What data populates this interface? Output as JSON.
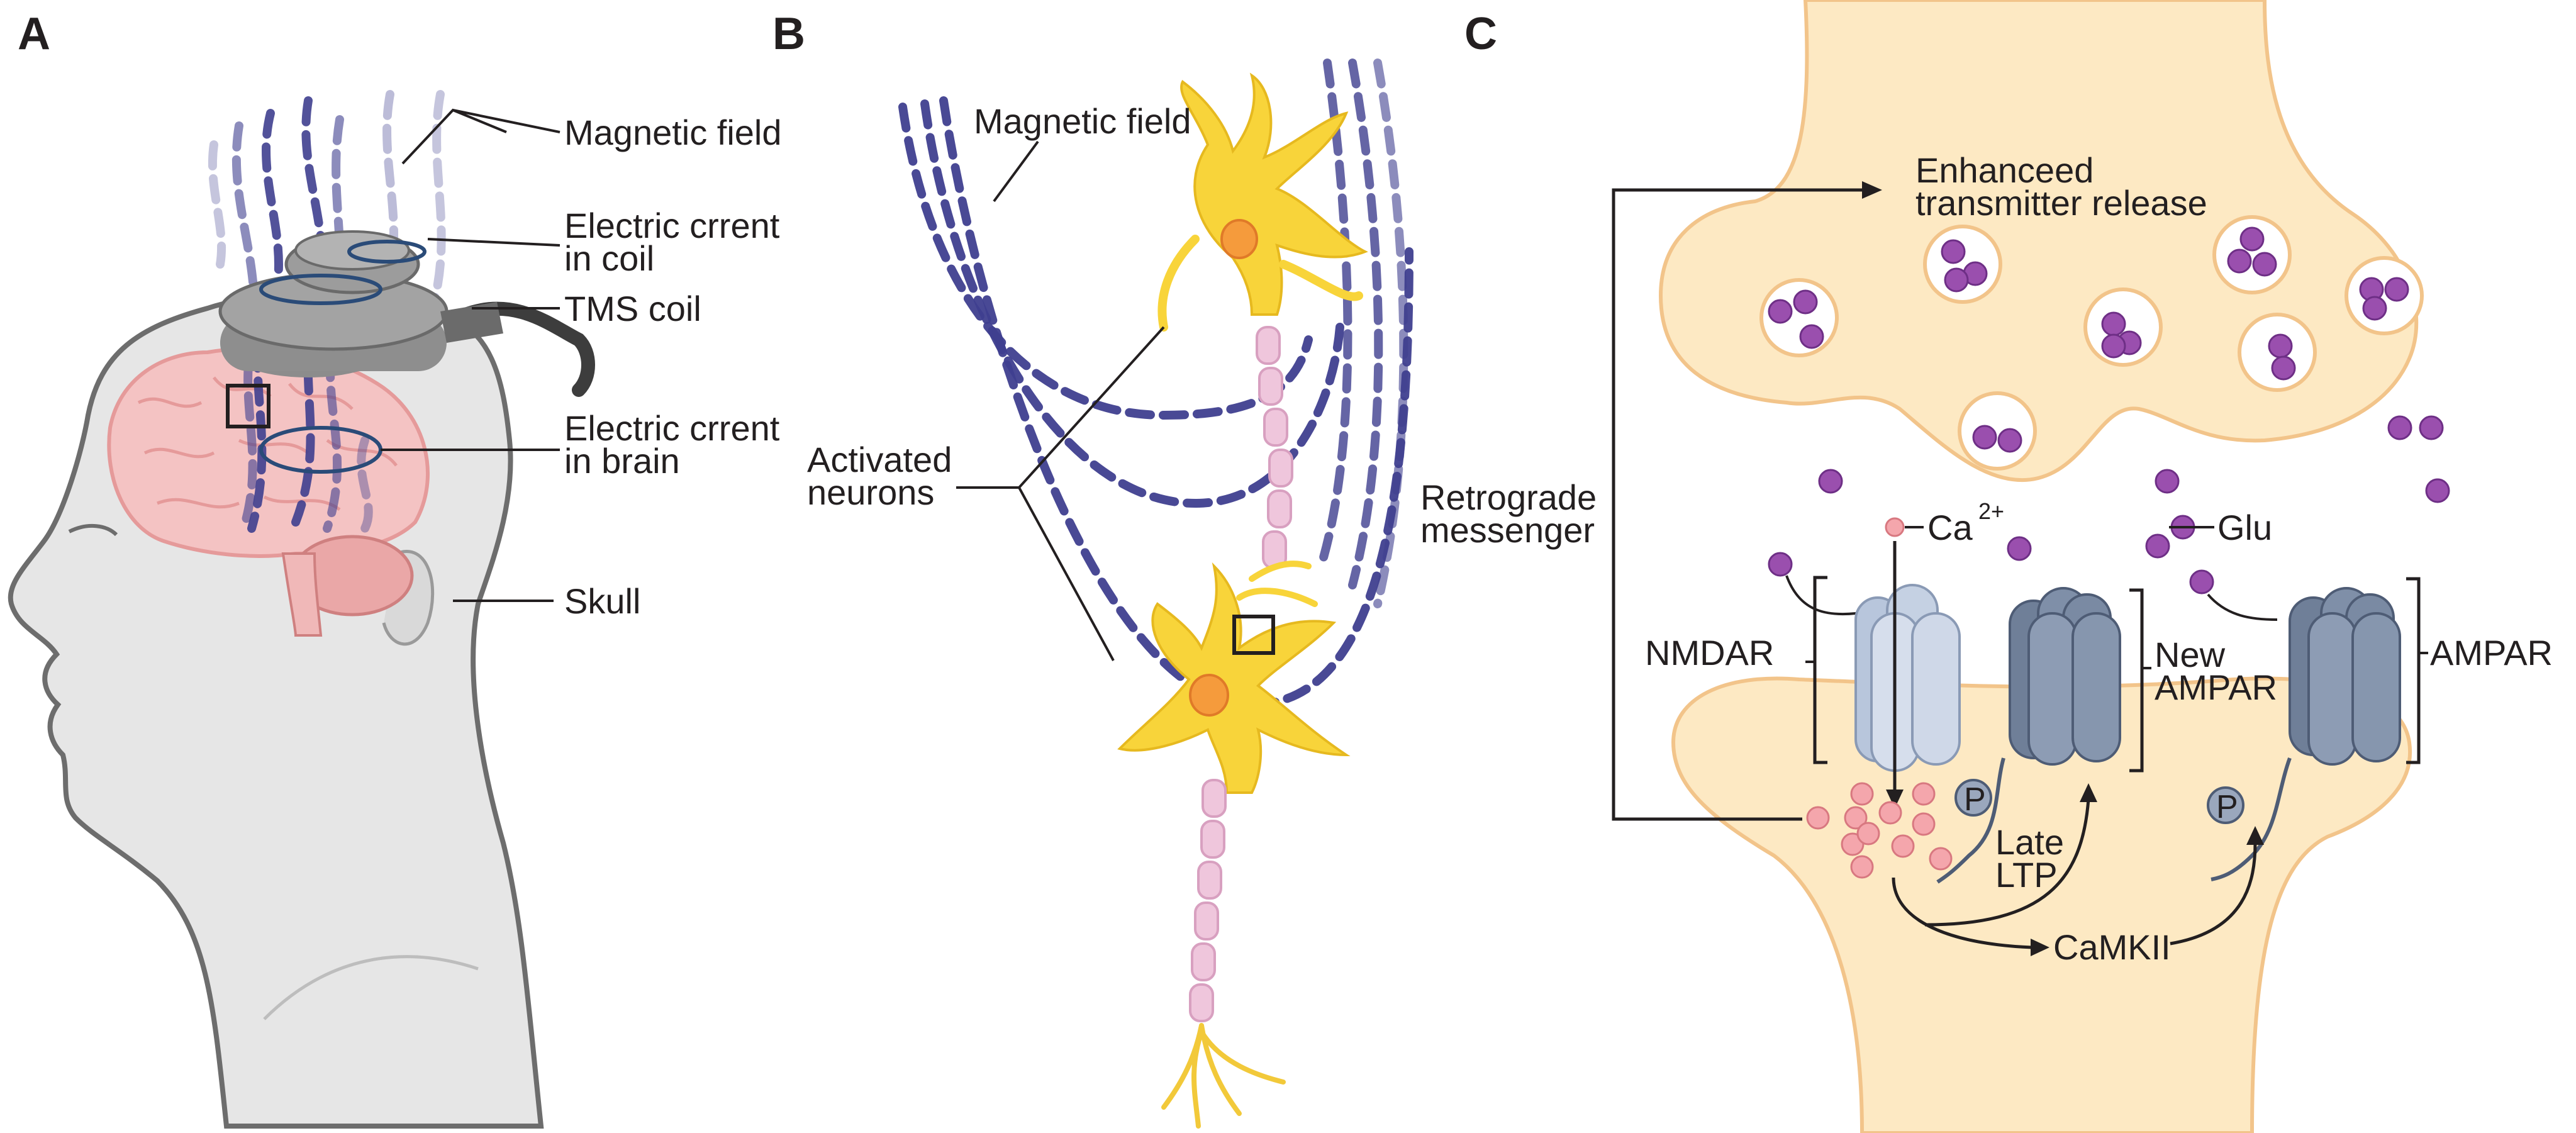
{
  "panels": {
    "a": "A",
    "b": "B",
    "c": "C"
  },
  "panel_a": {
    "magnetic_field": "Magnetic field",
    "electric_current_coil": [
      "Electric crrent",
      "in coil"
    ],
    "tms_coil": "TMS coil",
    "electric_current_brain": [
      "Electric crrent",
      "in brain"
    ],
    "skull": "Skull"
  },
  "panel_b": {
    "magnetic_field": "Magnetic field",
    "activated_neurons": [
      "Activated",
      "neurons"
    ]
  },
  "panel_c": {
    "enhanced_release": [
      "Enhanceed",
      "transmitter release"
    ],
    "retrograde_messenger": [
      "Retrograde",
      "messenger"
    ],
    "ca_label": "Ca",
    "ca_superscript": "2+",
    "glu": "Glu",
    "nmdar": "NMDAR",
    "new_ampar": [
      "New",
      "AMPAR"
    ],
    "ampar": "AMPAR",
    "phospho": "P",
    "late_ltp": [
      "Late",
      "LTP"
    ],
    "camkii": "CaMKII"
  },
  "colors": {
    "field_line": "#3f3f8f",
    "brain": "#f4c3c3",
    "neuron": "#f8d43a",
    "synapse": "#fde9c3",
    "glutamate": "#9a4fae",
    "calcium": "#f4a6ac",
    "nmdar": "#c5d1e3",
    "ampar": "#7f8fa8"
  }
}
